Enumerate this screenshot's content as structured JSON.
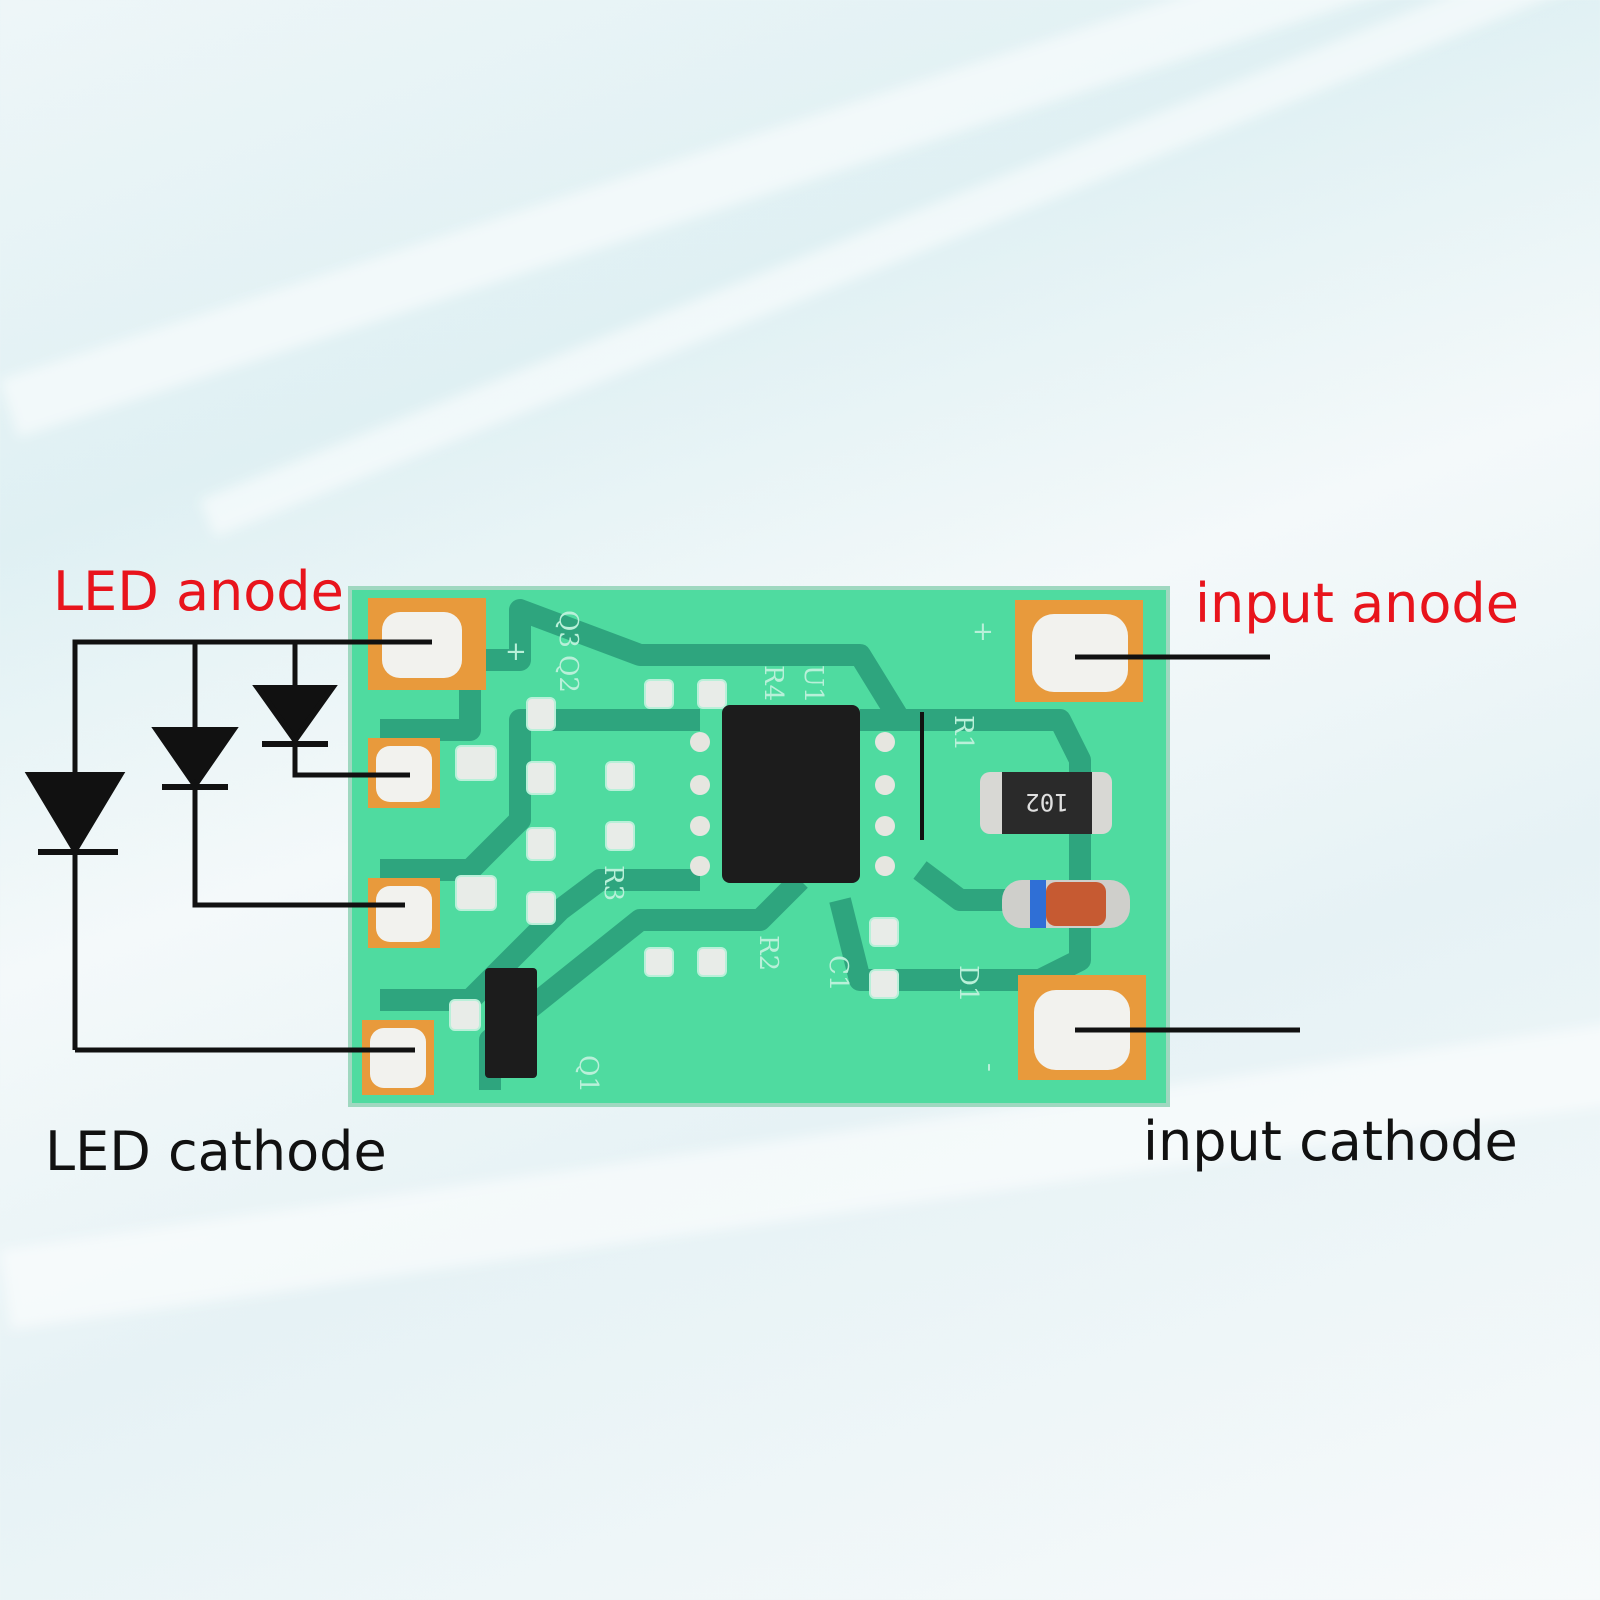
{
  "labels": {
    "led_anode": "LED anode",
    "input_anode": "input anode",
    "led_cathode": "LED cathode",
    "input_cathode": "input cathode"
  },
  "silkscreen": {
    "q3": "Q3",
    "q2": "Q2",
    "r4": "R4",
    "u1": "U1",
    "r1": "R1",
    "r3": "R3",
    "r2": "R2",
    "c1": "C1",
    "d1": "D1",
    "q1": "Q1",
    "plus_left": "+",
    "plus_right": "+",
    "minus_right": "-",
    "resistor_code": "102"
  },
  "colors": {
    "anode_label": "#e8141c",
    "cathode_label": "#111111",
    "board": "#4fdba0",
    "trace": "#2ea57e",
    "pad": "#e89a3c"
  }
}
